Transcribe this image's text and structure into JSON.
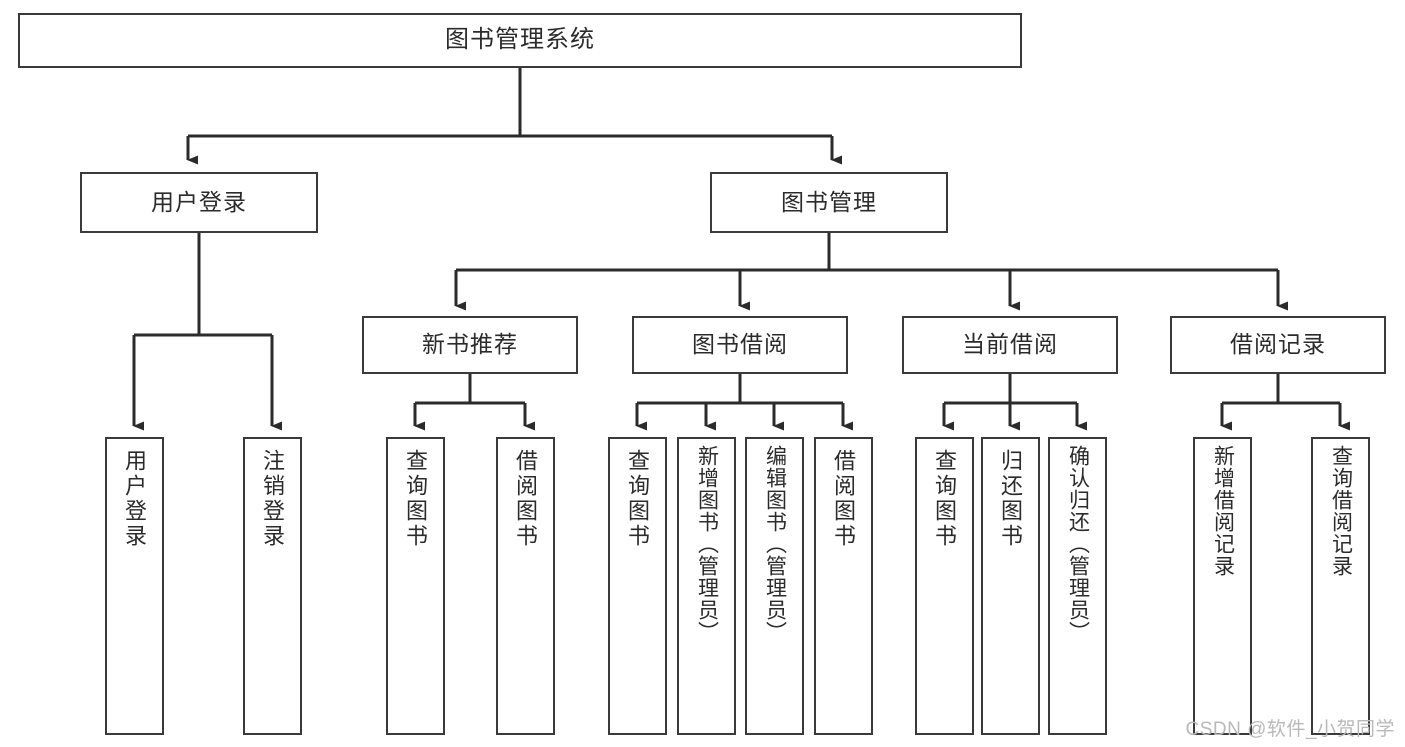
{
  "diagram": {
    "title": "图书管理系统",
    "type": "tree",
    "watermark": "CSDN @软件_小贺同学",
    "colors": {
      "box_border": "#3a3a3a",
      "box_fill": "#ffffff",
      "edge": "#2b2b2b",
      "text": "#2b2b2b",
      "watermark": "#b9b9b9",
      "background": "#ffffff"
    },
    "levels": {
      "root": {
        "label": "图书管理系统"
      },
      "level1": [
        {
          "label": "用户登录"
        },
        {
          "label": "图书管理"
        }
      ],
      "level2": [
        {
          "label": "新书推荐"
        },
        {
          "label": "图书借阅"
        },
        {
          "label": "当前借阅"
        },
        {
          "label": "借阅记录"
        }
      ],
      "leaves": {
        "user_login": [
          {
            "label": "用户登录"
          },
          {
            "label": "注销登录"
          }
        ],
        "new_book_recommend": [
          {
            "label": "查询图书"
          },
          {
            "label": "借阅图书"
          }
        ],
        "book_borrow": [
          {
            "label": "查询图书"
          },
          {
            "label": "新增图书（管理员）"
          },
          {
            "label": "编辑图书（管理员）"
          },
          {
            "label": "借阅图书"
          }
        ],
        "current_borrow": [
          {
            "label": "查询图书"
          },
          {
            "label": "归还图书"
          },
          {
            "label": "确认归还（管理员）"
          }
        ],
        "borrow_record": [
          {
            "label": "新增借阅记录"
          },
          {
            "label": "查询借阅记录"
          }
        ]
      }
    }
  }
}
